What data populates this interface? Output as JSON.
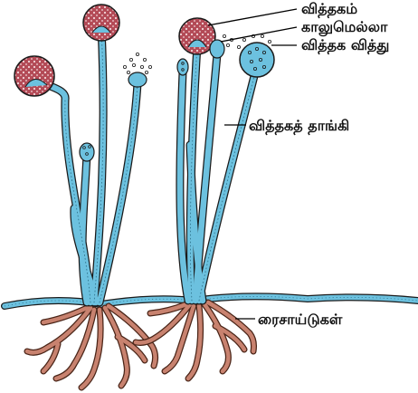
{
  "labels": {
    "sporangium": "வித்தகம்",
    "columella": "காலுமெல்லா",
    "spore": "வித்தக வித்து",
    "sporangiophore": "வித்தகத் தாங்கி",
    "rhizoids": "ரைசாய்டுகள்"
  },
  "colors": {
    "hypha": "#6cc1df",
    "hypha_outline": "#1b1b1b",
    "sporangium": "#b24a55",
    "rhizoid": "#c8826f",
    "leader_line": "#000000"
  }
}
